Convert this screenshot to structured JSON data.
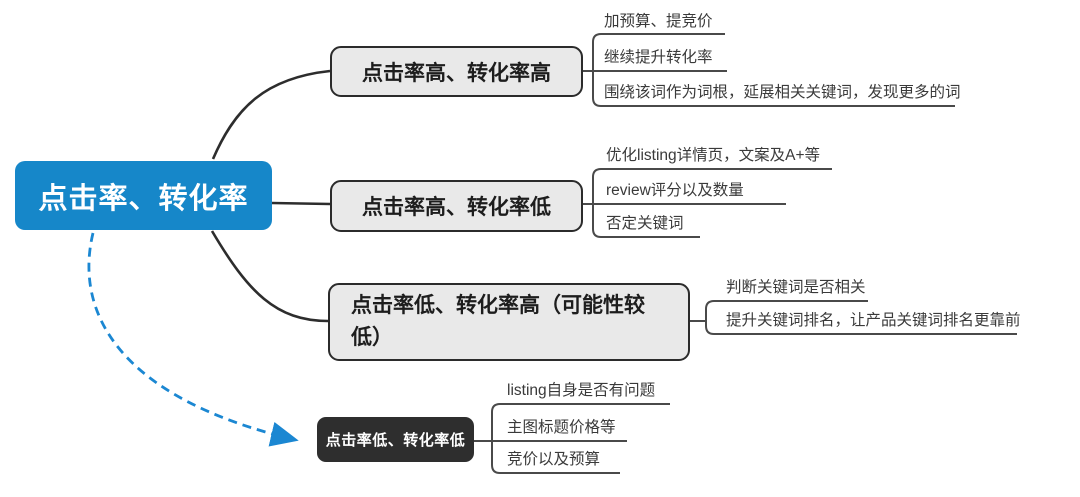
{
  "diagram": {
    "type": "mindmap",
    "root": {
      "label": "点击率、转化率"
    },
    "branches": [
      {
        "label": "点击率高、转化率高",
        "style": "gray",
        "leaves": [
          "加预算、提竞价",
          "继续提升转化率",
          "围绕该词作为词根，延展相关关键词，发现更多的词"
        ]
      },
      {
        "label": "点击率高、转化率低",
        "style": "gray",
        "leaves": [
          "优化listing详情页，文案及A+等",
          "review评分以及数量",
          "否定关键词"
        ]
      },
      {
        "label": "点击率低、转化率高（可能性较低）",
        "style": "gray",
        "leaves": [
          "判断关键词是否相关",
          "提升关键词排名，让产品关键词排名更靠前"
        ]
      },
      {
        "label": "点击率低、转化率低",
        "style": "dark",
        "connection": "dashed-blue-arrow",
        "leaves": [
          "listing自身是否有问题",
          "主图标题价格等",
          "竞价以及预算"
        ]
      }
    ],
    "colors": {
      "root_fill": "#1687c9",
      "branch_fill": "#e9e9e9",
      "branch_border": "#2b2b2b",
      "dark_node_fill": "#2e2e2e",
      "connector_dark": "#2d2d2d",
      "bracket_gray": "#4a4a4a",
      "arrow_blue": "#1b87d2",
      "leaf_text": "#3a3a3a",
      "background": "#ffffff"
    }
  }
}
